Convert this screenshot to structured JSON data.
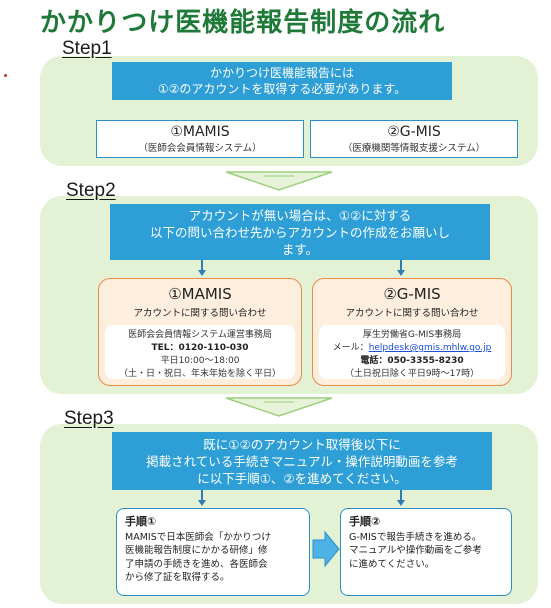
{
  "title": "かかりつけ医機能報告制度の流れ",
  "step1": {
    "label": "Step1",
    "banner_line1": "かかりつけ医機能報告には",
    "banner_line2": "①②のアカウントを取得する必要があります。",
    "mamis_name": "①MAMIS",
    "mamis_desc": "（医師会会員情報システム）",
    "gmis_name": "②G-MIS",
    "gmis_desc": "（医療機関等情報支援システム）"
  },
  "step2": {
    "label": "Step2",
    "banner_line1": "アカウントが無い場合は、①②に対する",
    "banner_line2": "以下の問い合わせ先からアカウントの作成をお願いし",
    "banner_line3": "ます。",
    "mamis": {
      "name": "①MAMIS",
      "sub": "アカウントに関する問い合わせ",
      "office": "医師会会員情報システム運営事務局",
      "tel": "TEL：0120-110-030",
      "hours": "平日10:00～18:00",
      "closed": "（土・日・祝日、年末年始を除く平日）"
    },
    "gmis": {
      "name": "②G-MIS",
      "sub": "アカウントに関する問い合わせ",
      "office": "厚生労働省G-MIS事務局",
      "mail_label": "メール：",
      "mail": "helpdesk@gmis.mhlw.go.jp",
      "tel": "電話：050-3355-8230",
      "hours": "（土日祝日除く平日9時～17時）"
    }
  },
  "step3": {
    "label": "Step3",
    "banner_line1": "既に①②のアカウント取得後以下に",
    "banner_line2": "掲載されている手続きマニュアル・操作説明動画を参考",
    "banner_line3": "に以下手順①、②を進めてください。",
    "proc1_title": "手順①",
    "proc1_l1": "MAMISで日本医師会「かかりつけ",
    "proc1_l2": "医機能報告制度にかかる研修」修",
    "proc1_l3": "了申請の手続きを進め、各医師会",
    "proc1_l4": "から修了証を取得する。",
    "proc2_title": "手順②",
    "proc2_l1": "G-MISで報告手続きを進める。",
    "proc2_l2": "マニュアルや操作動画をご参考",
    "proc2_l3": "に進めてください。"
  },
  "colors": {
    "title_green": "#1f7a3a",
    "panel_green": "#e3f1d5",
    "banner_blue": "#2e9fd6",
    "orange_border": "#ea8a48",
    "orange_fill": "#fdeede"
  }
}
